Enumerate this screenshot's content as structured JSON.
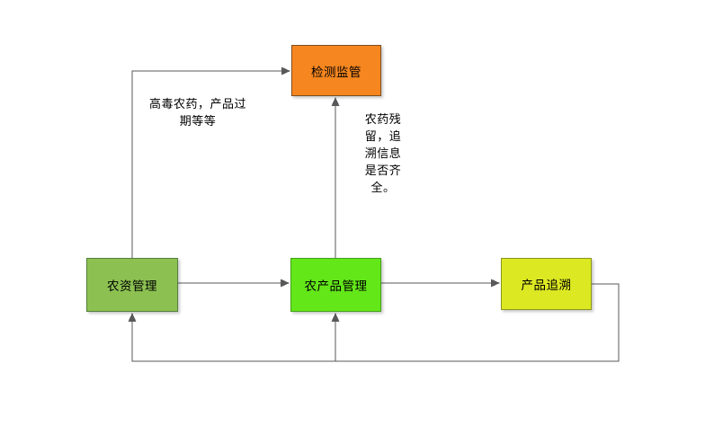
{
  "diagram": {
    "background_color": "#FFFFFF",
    "connector_color": "#595959",
    "nodes": [
      {
        "id": "inspection-supervision",
        "label": "检测监管",
        "fill": "#F6861F",
        "border": "#7F4F1F"
      },
      {
        "id": "agri-materials-management",
        "label": "农资管理",
        "fill": "#8CC152",
        "border": "#55803C"
      },
      {
        "id": "agri-product-management",
        "label": "农产品管理",
        "fill": "#63E719",
        "border": "#44A01A"
      },
      {
        "id": "product-traceability",
        "label": "产品追溯",
        "fill": "#DCE822",
        "border": "#8A941F"
      }
    ],
    "annotations": [
      {
        "id": "left-note",
        "text": "高毒农药，产品过\n期等等"
      },
      {
        "id": "center-note",
        "text": "农药残\n留，追\n溯信息\n是否齐\n全。"
      }
    ],
    "edges": [
      {
        "from": "农资管理",
        "to": "检测监管",
        "label": "高毒农药，产品过期等等"
      },
      {
        "from": "农产品管理",
        "to": "检测监管",
        "label": "农药残留，追溯信息是否齐全。"
      },
      {
        "from": "农资管理",
        "to": "农产品管理",
        "label": ""
      },
      {
        "from": "农产品管理",
        "to": "产品追溯",
        "label": ""
      },
      {
        "from": "产品追溯",
        "to": "农资管理",
        "label": ""
      },
      {
        "from": "产品追溯",
        "to": "农产品管理",
        "label": ""
      }
    ]
  }
}
